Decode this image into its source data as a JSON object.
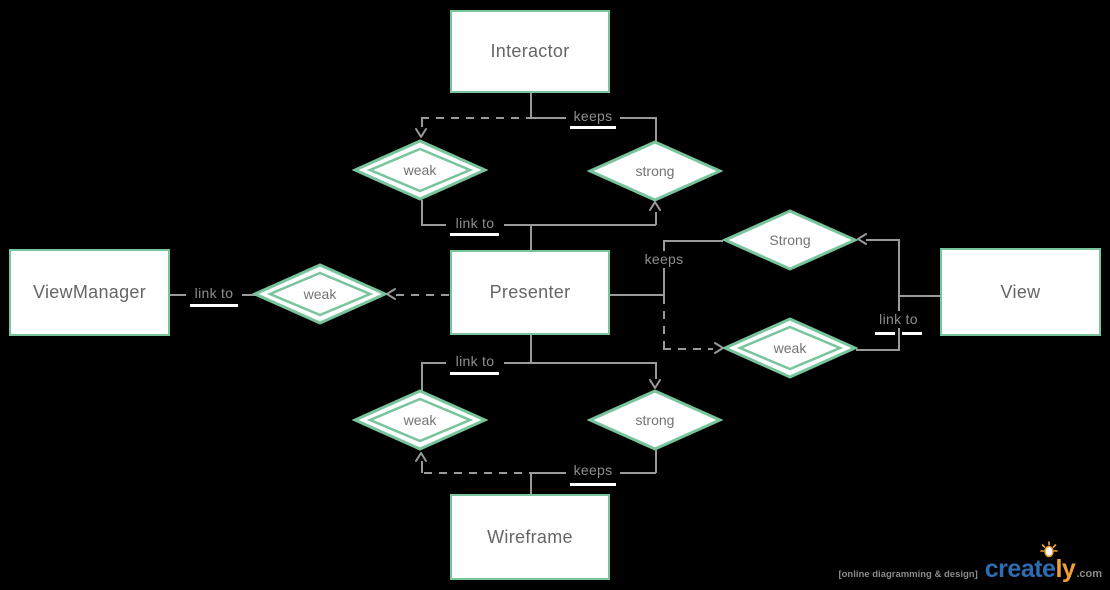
{
  "diagram": {
    "entities": {
      "interactor": {
        "label": "Interactor"
      },
      "viewmanager": {
        "label": "ViewManager"
      },
      "presenter": {
        "label": "Presenter"
      },
      "view": {
        "label": "View"
      },
      "wireframe": {
        "label": "Wireframe"
      }
    },
    "relationships": {
      "weak_top": {
        "label": "weak",
        "kind": "weak"
      },
      "strong_top": {
        "label": "strong",
        "kind": "strong"
      },
      "weak_left": {
        "label": "weak",
        "kind": "weak"
      },
      "strong_right": {
        "label": "Strong",
        "kind": "strong"
      },
      "weak_right": {
        "label": "weak",
        "kind": "weak"
      },
      "weak_bottom": {
        "label": "weak",
        "kind": "weak"
      },
      "strong_bottom": {
        "label": "strong",
        "kind": "strong"
      }
    },
    "edge_labels": {
      "keeps_top": "keeps",
      "link_to_top": "link to",
      "link_to_left": "link to",
      "keeps_right": "keeps",
      "link_to_right": "link to",
      "link_to_bottom": "link to",
      "keeps_bottom": "keeps"
    }
  },
  "colors": {
    "accent_green": "#78c49c",
    "line_gray": "#9a9a9a",
    "brand_blue": "#2d6cb0",
    "brand_orange": "#f2a233"
  },
  "logo": {
    "tagline": "[online diagramming & design]",
    "brand_primary": "create",
    "brand_secondary": "ly",
    "suffix": ".com"
  }
}
